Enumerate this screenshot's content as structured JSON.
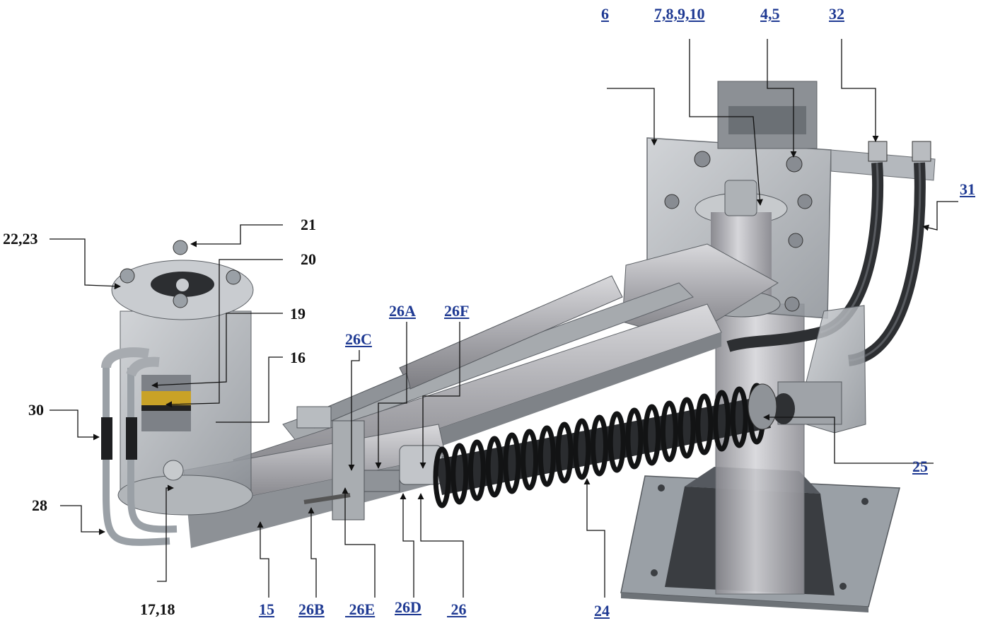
{
  "labels": {
    "l6": "6",
    "l7_10": "7,8,9,10",
    "l4_5": "4,5",
    "l32": "32",
    "l31": "31",
    "l21": "21",
    "l20": "20",
    "l19": "19",
    "l16": "16",
    "l22_23": "22,23",
    "l30": "30",
    "l28": "28",
    "l17_18": "17,18",
    "l15": "15",
    "l26B": "26B",
    "l26E": " 26E",
    "l26D": "26D",
    "l26": " 26",
    "l24": "24",
    "l25": "25",
    "l26A": "26A",
    "l26F": "26F",
    "l26C": "26C"
  },
  "colors": {
    "link": "#1f3a93",
    "black_label": "#111111",
    "leader": "#111111"
  }
}
